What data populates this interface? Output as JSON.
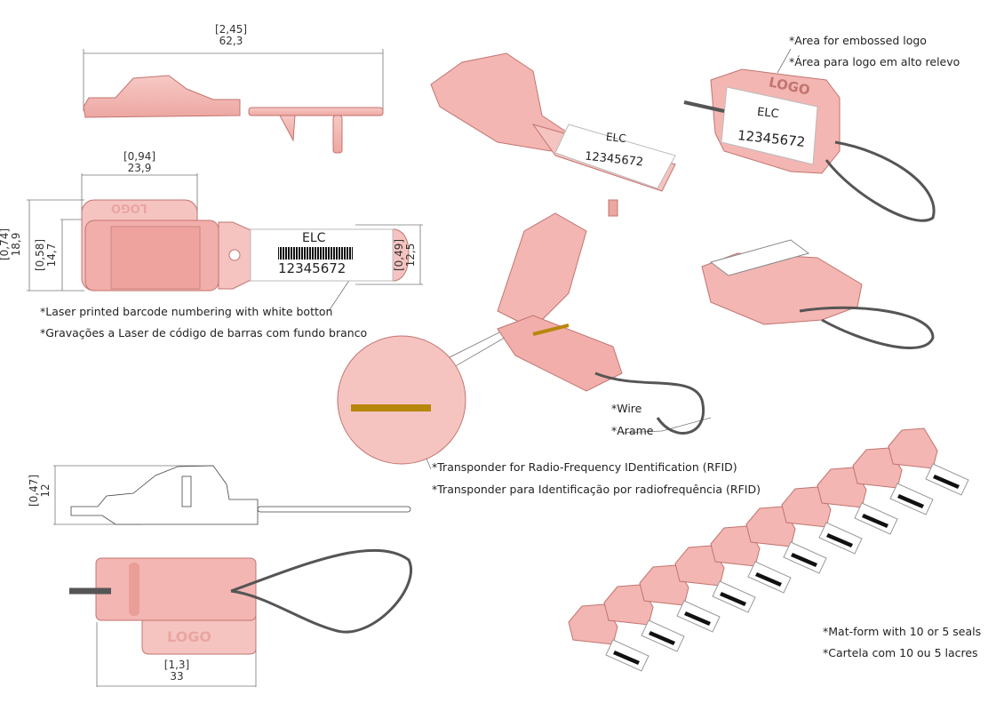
{
  "dimensions": {
    "overall_length": {
      "inch": "[2,45]",
      "mm": "62,3"
    },
    "body_length": {
      "inch": "[0,94]",
      "mm": "23,9"
    },
    "overall_width": {
      "inch": "[0,74]",
      "mm": "18,9"
    },
    "body_width": {
      "inch": "[0,58]",
      "mm": "14,7"
    },
    "tag_width": {
      "inch": "[0,49]",
      "mm": "12,5"
    },
    "height": {
      "inch": "[0,47]",
      "mm": "12"
    },
    "closed_length": {
      "inch": "[1,3]",
      "mm": "33"
    }
  },
  "tag": {
    "brand": "ELC",
    "number": "12345672",
    "logo": "LOGO"
  },
  "notes": {
    "barcode_en": "*Laser printed barcode numbering with white botton",
    "barcode_pt": "*Gravações a Laser de código de barras com fundo branco",
    "logo_en": "*Area for embossed logo",
    "logo_pt": "*Área para logo em alto relevo",
    "wire_en": "*Wire",
    "wire_pt": "*Arame",
    "rfid_en": "*Transponder for Radio-Frequency IDentification (RFID)",
    "rfid_pt": "*Transponder para Identificação por radiofrequência (RFID)",
    "mat_en": "*Mat-form with 10 or 5 seals",
    "mat_pt": "*Cartela com 10 ou 5 lacres"
  },
  "colors": {
    "body": "#f3b9b5",
    "outline": "#c27470",
    "wire": "#555555"
  }
}
